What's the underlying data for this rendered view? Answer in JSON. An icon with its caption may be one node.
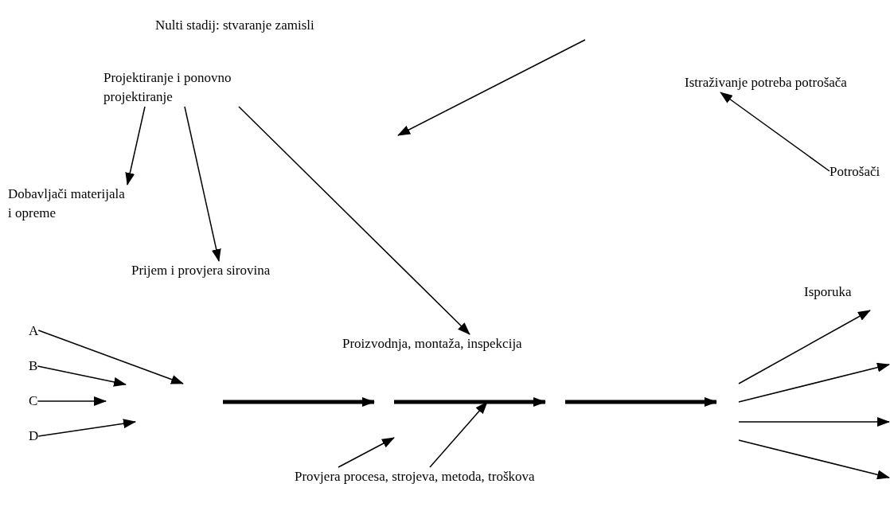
{
  "diagram": {
    "nodes": [
      {
        "text": [
          "Nulti stadij: stvaranje zamisli"
        ]
      },
      {
        "text": [
          "Istraživanje potreba potrošača"
        ]
      },
      {
        "text": [
          "Projektiranje i ponovno projektiranje"
        ]
      },
      {
        "text": [
          "Dobavljači materijala i opreme"
        ]
      },
      {
        "text": [
          "Prijem i provjera sirovina"
        ]
      },
      {
        "text": [
          "Potrošači"
        ]
      },
      {
        "text": [
          "Isporuka"
        ]
      },
      {
        "text": [
          "A"
        ]
      },
      {
        "text": [
          "B"
        ]
      },
      {
        "text": [
          "C"
        ]
      },
      {
        "text": [
          "D"
        ]
      },
      {
        "text": [
          "Proizvodnja, montaža, inspekcija"
        ]
      },
      {
        "text": [
          "Provjera procesa, strojeva, metoda, troškova"
        ]
      }
    ],
    "edges": [
      {
        "from": 5,
        "to": 1,
        "arrow": "to"
      },
      {
        "from": 2,
        "to": 3,
        "arrow": "to"
      },
      {
        "from": 2,
        "to": 4,
        "arrow": "to"
      },
      {
        "from": 2,
        "to": 11,
        "arrow": "to"
      },
      {
        "from": 7,
        "to": null,
        "arrow": "to"
      },
      {
        "from": 8,
        "to": null,
        "arrow": "to"
      },
      {
        "from": 9,
        "to": null,
        "arrow": "to"
      },
      {
        "from": 10,
        "to": null,
        "arrow": "to"
      },
      {
        "from": 12,
        "to": null,
        "arrow": "to"
      },
      {
        "from": 12,
        "to": null,
        "arrow": "to"
      }
    ]
  }
}
